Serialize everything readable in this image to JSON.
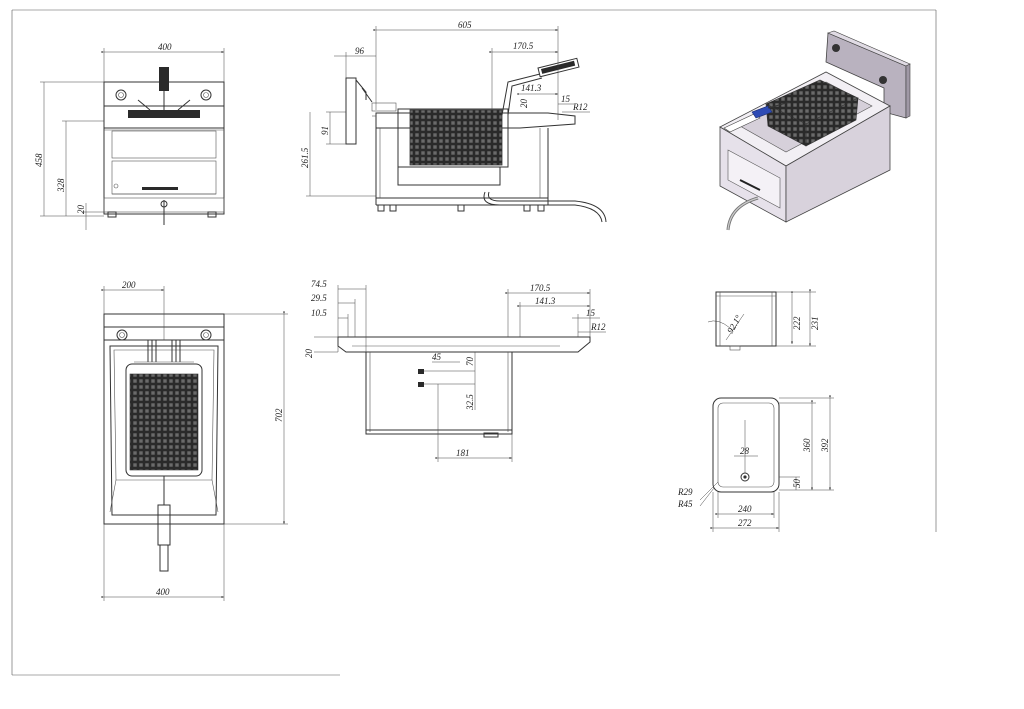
{
  "colors": {
    "line": "#333333",
    "mesh": "#2a2a2a",
    "body_side": "#d8d2dc",
    "body_panel": "#e6e1ea",
    "handle": "#2e4bb5",
    "control_panel": "#b9b2bf"
  },
  "dimensions": {
    "front": {
      "width": "400",
      "height": "458",
      "body_height": "328",
      "foot": "20"
    },
    "side": {
      "depth": "605",
      "overhang": "96",
      "rim": "170.5",
      "rim_inner": "141.3",
      "rim_thick": "20",
      "lip": "15",
      "radius": "R12",
      "panel": "91",
      "height": "261.5"
    },
    "top": {
      "half_width": "200",
      "depth": "702",
      "width": "400"
    },
    "section": {
      "d74": "74.5",
      "d29": "29.5",
      "d10": "10.5",
      "d20": "20",
      "rim": "170.5",
      "rim_inner": "141.3",
      "lip": "15",
      "radius": "R12",
      "d45": "45",
      "d70": "70",
      "d32": "32.5",
      "d181": "181"
    },
    "tank_side": {
      "h222": "222",
      "h231": "231",
      "angle": "92.1°"
    },
    "tank_top": {
      "h360": "360",
      "h392": "392",
      "d28": "28",
      "d50": "50",
      "r29": "R29",
      "r45": "R45",
      "w240": "240",
      "w272": "272"
    }
  }
}
